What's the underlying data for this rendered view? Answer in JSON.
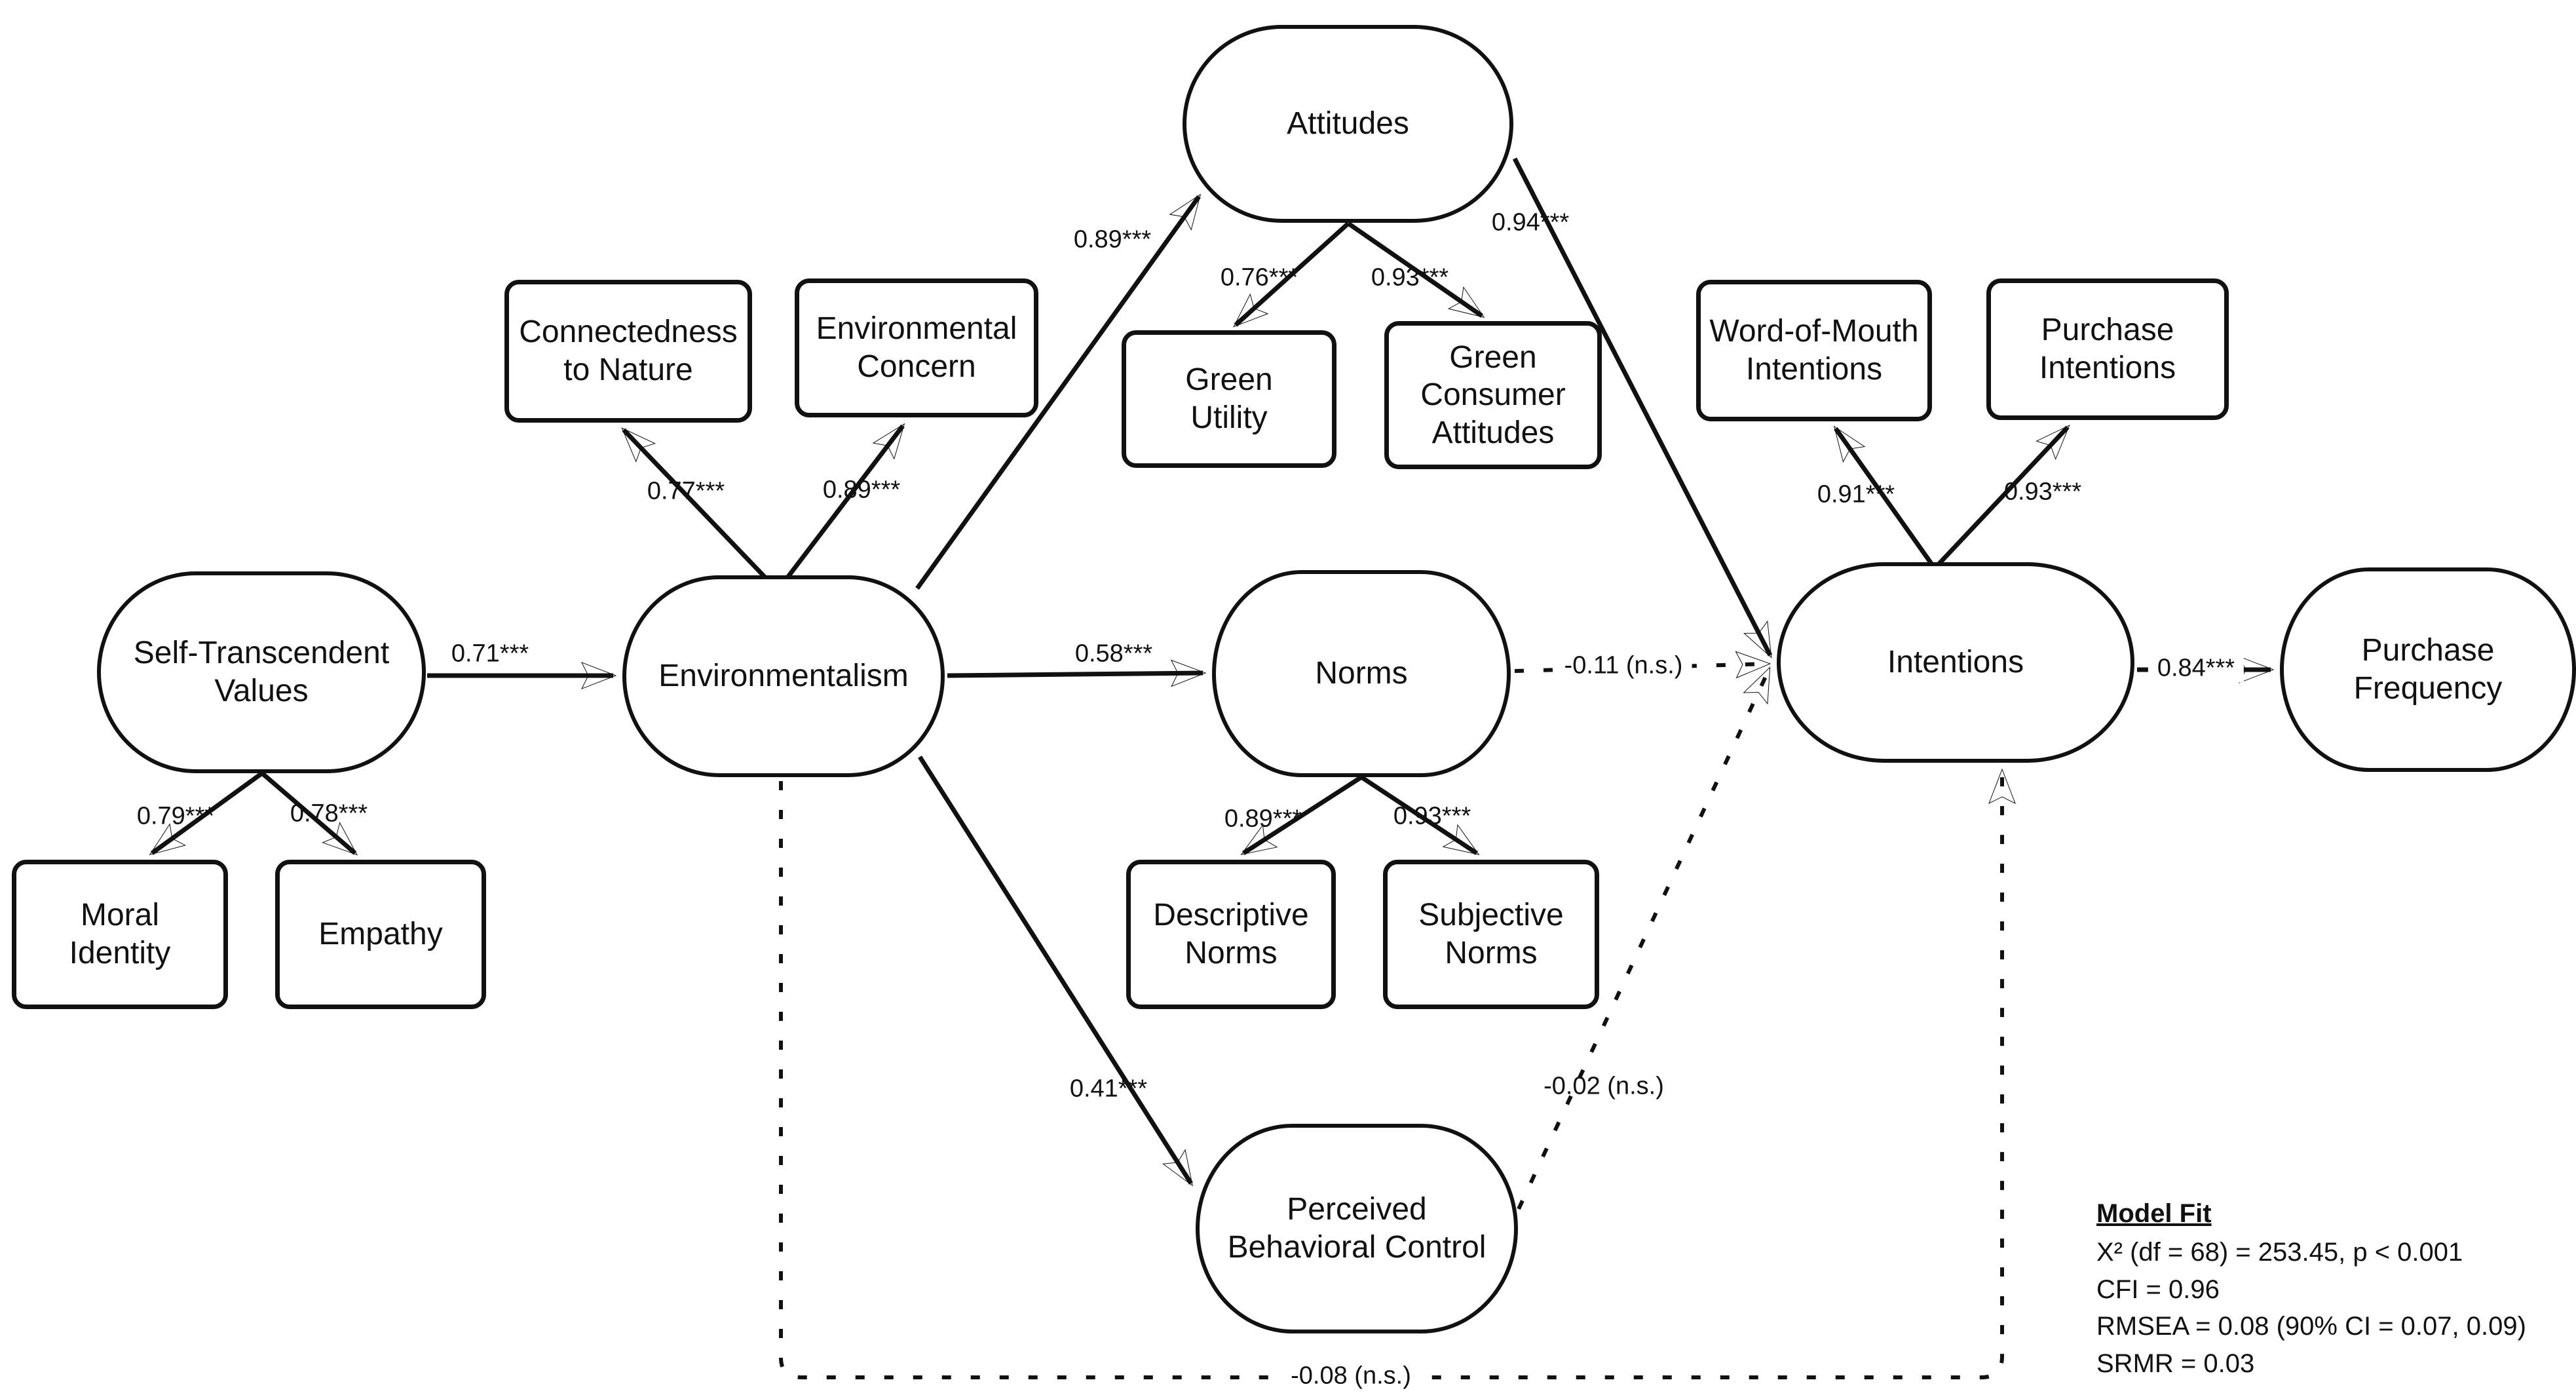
{
  "colors": {
    "background": "#ffffff",
    "ink": "#111111"
  },
  "nodes": {
    "self_transcendent_values": {
      "label": "Self-Transcendent\nValues",
      "type": "latent"
    },
    "environmentalism": {
      "label": "Environmentalism",
      "type": "latent"
    },
    "attitudes": {
      "label": "Attitudes",
      "type": "latent"
    },
    "norms": {
      "label": "Norms",
      "type": "latent"
    },
    "perceived_behavioral_control": {
      "label": "Perceived\nBehavioral Control",
      "type": "latent"
    },
    "intentions": {
      "label": "Intentions",
      "type": "latent"
    },
    "purchase_frequency": {
      "label": "Purchase\nFrequency",
      "type": "latent"
    },
    "connectedness_to_nature": {
      "label": "Connectedness\nto Nature",
      "type": "observed"
    },
    "environmental_concern": {
      "label": "Environmental\nConcern",
      "type": "observed"
    },
    "green_utility": {
      "label": "Green\nUtility",
      "type": "observed"
    },
    "green_consumer_attitudes": {
      "label": "Green\nConsumer\nAttitudes",
      "type": "observed"
    },
    "word_of_mouth_intentions": {
      "label": "Word-of-Mouth\nIntentions",
      "type": "observed"
    },
    "purchase_intentions": {
      "label": "Purchase\nIntentions",
      "type": "observed"
    },
    "moral_identity": {
      "label": "Moral\nIdentity",
      "type": "observed"
    },
    "empathy": {
      "label": "Empathy",
      "type": "observed"
    },
    "descriptive_norms": {
      "label": "Descriptive\nNorms",
      "type": "observed"
    },
    "subjective_norms": {
      "label": "Subjective\nNorms",
      "type": "observed"
    }
  },
  "paths": {
    "stv_to_environmentalism": {
      "label": "0.71***",
      "style": "solid"
    },
    "stv_to_moral_identity": {
      "label": "0.79***",
      "style": "solid"
    },
    "stv_to_empathy": {
      "label": "0.78***",
      "style": "solid"
    },
    "environmentalism_to_connectedness": {
      "label": "0.77***",
      "style": "solid"
    },
    "environmentalism_to_concern": {
      "label": "0.89***",
      "style": "solid"
    },
    "environmentalism_to_attitudes": {
      "label": "0.89***",
      "style": "solid"
    },
    "environmentalism_to_norms": {
      "label": "0.58***",
      "style": "solid"
    },
    "environmentalism_to_pbc": {
      "label": "0.41***",
      "style": "solid"
    },
    "environmentalism_to_intentions": {
      "label": "-0.08 (n.s.)",
      "style": "dashed"
    },
    "attitudes_to_green_utility": {
      "label": "0.76***",
      "style": "solid"
    },
    "attitudes_to_green_consumer_attitudes": {
      "label": "0.93***",
      "style": "solid"
    },
    "attitudes_to_intentions": {
      "label": "0.94***",
      "style": "solid"
    },
    "norms_to_descriptive_norms": {
      "label": "0.89***",
      "style": "solid"
    },
    "norms_to_subjective_norms": {
      "label": "0.93***",
      "style": "solid"
    },
    "norms_to_intentions": {
      "label": "-0.11 (n.s.)",
      "style": "dashed"
    },
    "pbc_to_intentions": {
      "label": "-0.02 (n.s.)",
      "style": "dashed"
    },
    "intentions_to_wom": {
      "label": "0.91***",
      "style": "solid"
    },
    "intentions_to_purchase_intentions": {
      "label": "0.93***",
      "style": "solid"
    },
    "intentions_to_purchase_frequency": {
      "label": "0.84***",
      "style": "solid"
    }
  },
  "model_fit": {
    "title": "Model Fit",
    "chi_square": "X² (df = 68) = 253.45, p < 0.001",
    "cfi": "CFI = 0.96",
    "rmsea": "RMSEA = 0.08 (90% CI = 0.07, 0.09)",
    "srmr": "SRMR = 0.03"
  }
}
